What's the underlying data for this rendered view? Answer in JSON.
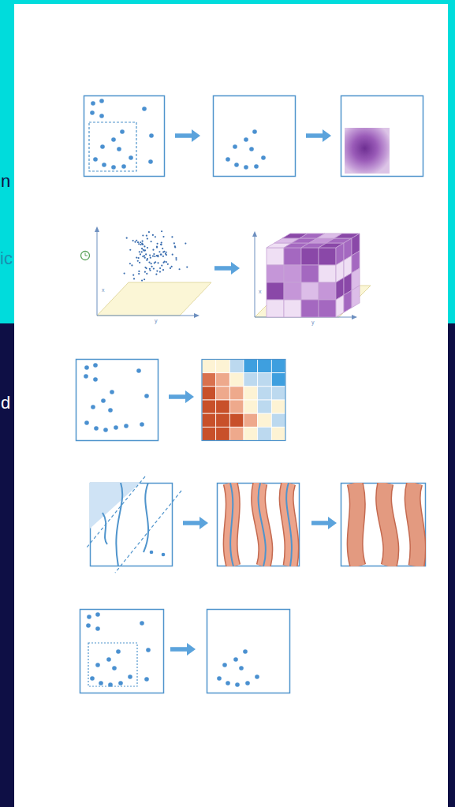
{
  "diagram": {
    "labels": [
      "n",
      "ic",
      "x",
      "y",
      "x",
      "y",
      "d"
    ]
  }
}
